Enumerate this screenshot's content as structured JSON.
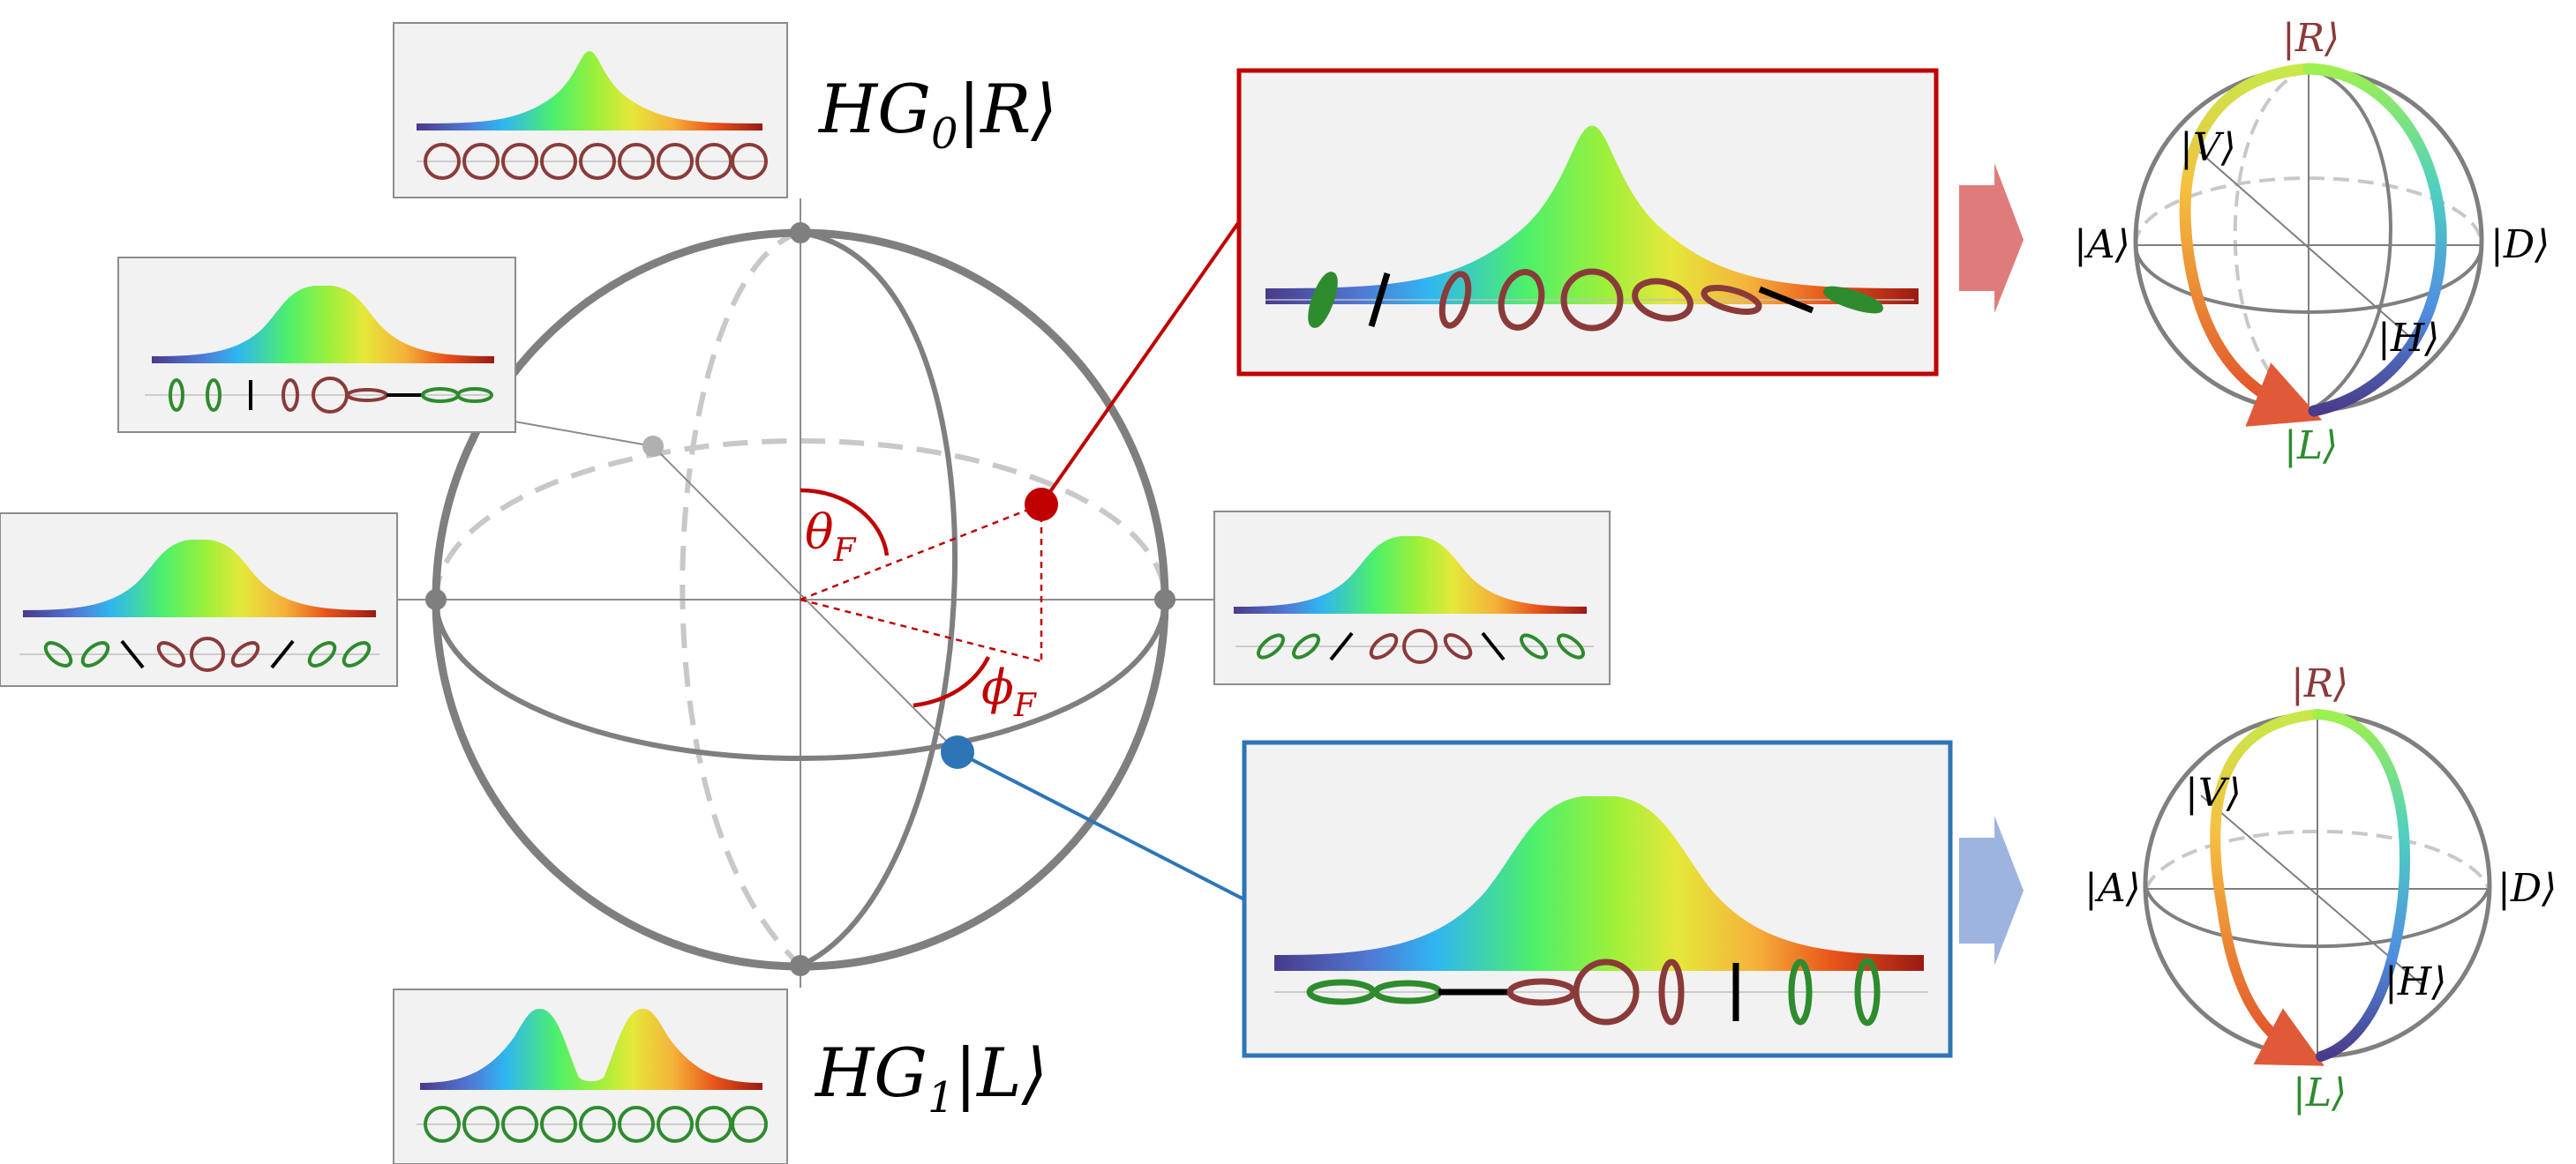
{
  "main_sphere": {
    "north_label": {
      "base": "HG",
      "sub": "0",
      "ket": "|R⟩"
    },
    "south_label": {
      "base": "HG",
      "sub": "1",
      "ket": "|L⟩"
    },
    "theta_label": {
      "sym": "θ",
      "sub": "F"
    },
    "phi_label": {
      "sym": "ϕ",
      "sub": "F"
    }
  },
  "upper_bloch": {
    "R": "|R⟩",
    "L": "|L⟩",
    "A": "|A⟩",
    "D": "|D⟩",
    "V": "|V⟩",
    "H": "|H⟩"
  },
  "lower_bloch": {
    "R": "|R⟩",
    "L": "|L⟩",
    "A": "|A⟩",
    "D": "|D⟩",
    "V": "|V⟩",
    "H": "|H⟩"
  },
  "colors": {
    "sphere_line": "#7f7f7f",
    "dashed_line": "#c8c8c8",
    "red_accent": "#c00000",
    "blue_accent": "#2e75b6",
    "arrow_red": "#e07b7b",
    "arrow_blue": "#9db4e0",
    "ket_R": "#8b3a3a",
    "ket_L": "#2e8b2e",
    "panel_bg": "#f2f2f2",
    "panel_border": "#8c8c8c"
  }
}
